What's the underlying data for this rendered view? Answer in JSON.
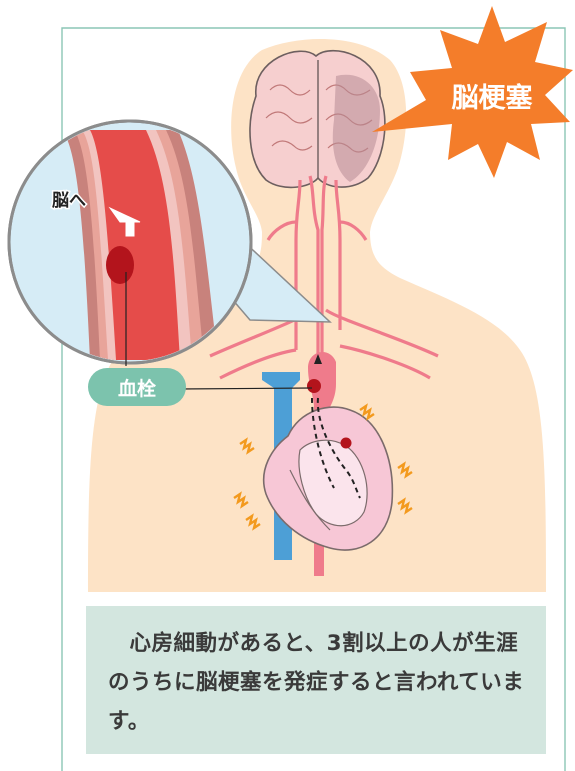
{
  "labels": {
    "stroke": "脳梗塞",
    "to_brain": "脳へ",
    "clot": "血栓"
  },
  "caption": "心房細動があると、3割以上の人が生涯のうちに脳梗塞を発症すると言われています。",
  "colors": {
    "frame": "#7fbfae",
    "skin": "#fde3c6",
    "artery": "#ef7b8b",
    "vein": "#4d9fd6",
    "clot": "#b3141c",
    "burst": "#f47d2a",
    "badge": "#7cc3ad",
    "caption_bg": "#d3e6df",
    "zoom_bg": "#d6ecf6"
  },
  "icons": [
    "up-arrow-icon",
    "vibration-marks-icon"
  ]
}
